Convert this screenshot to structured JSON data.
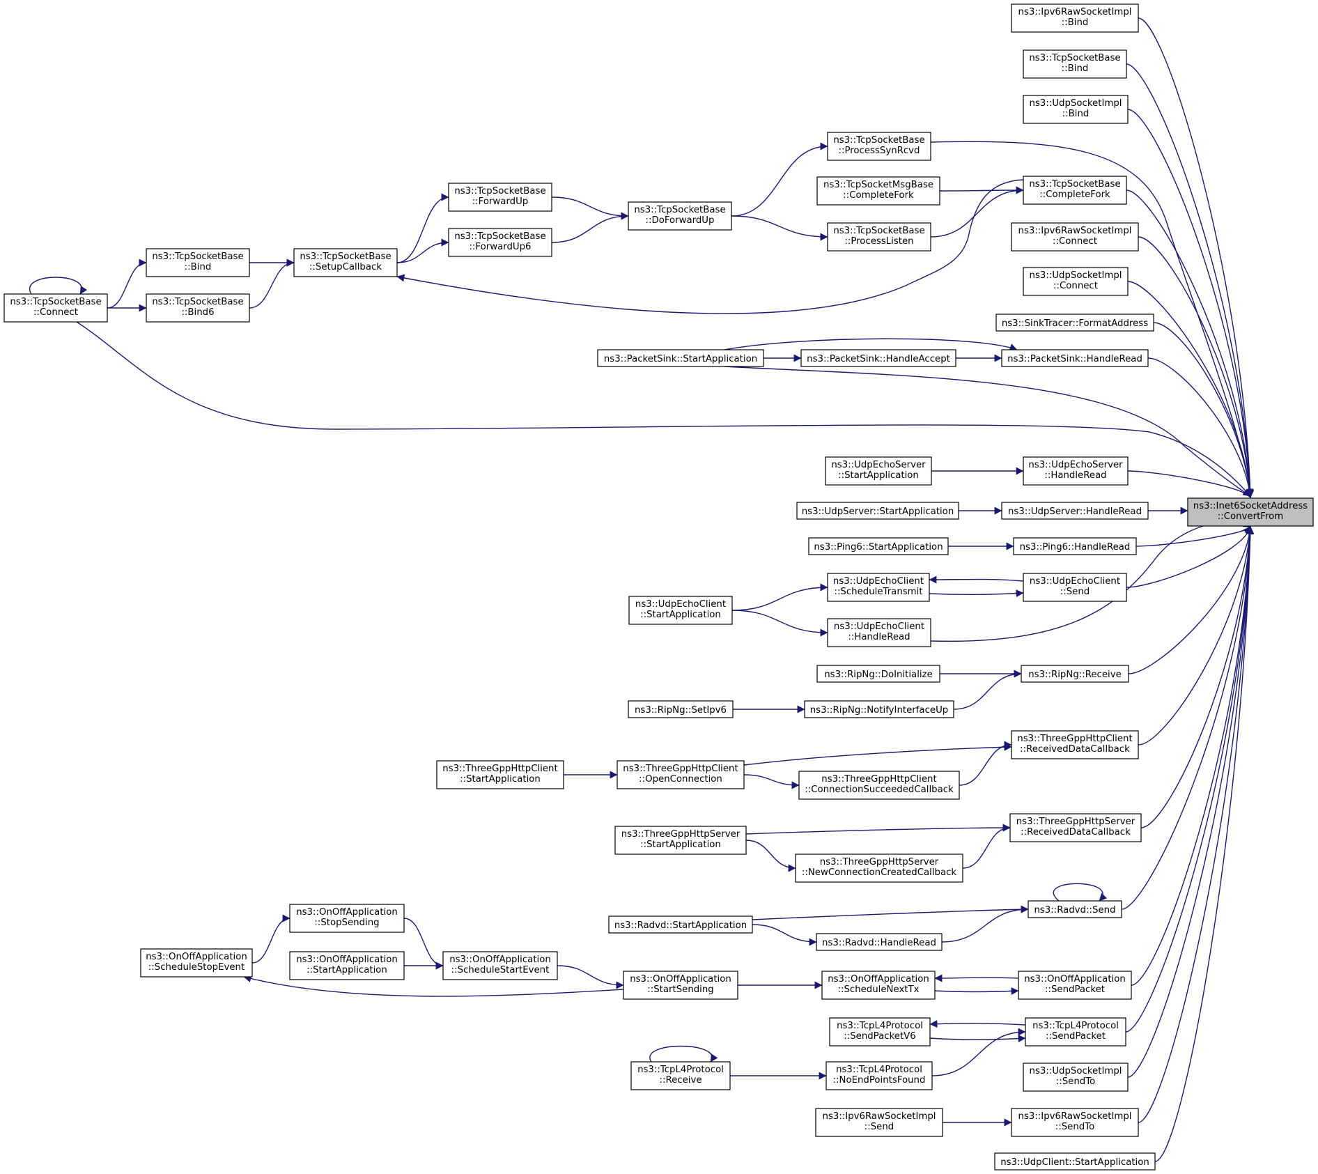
{
  "diagram": {
    "type": "doxygen-caller-graph",
    "colors": {
      "edge": "#191970",
      "node_border": "#000000",
      "focus_fill": "#bfbfbf",
      "background": "#ffffff"
    },
    "nodes": [
      {
        "id": "convertfrom",
        "lines": [
          "ns3::Inet6SocketAddress",
          "::ConvertFrom"
        ],
        "focus": true
      },
      {
        "id": "ipv6raw_bind",
        "lines": [
          "ns3::Ipv6RawSocketImpl",
          "::Bind"
        ]
      },
      {
        "id": "tcp_bind_r",
        "lines": [
          "ns3::TcpSocketBase",
          "::Bind"
        ]
      },
      {
        "id": "udp_bind",
        "lines": [
          "ns3::UdpSocketImpl",
          "::Bind"
        ]
      },
      {
        "id": "tcp_completefork",
        "lines": [
          "ns3::TcpSocketBase",
          "::CompleteFork"
        ]
      },
      {
        "id": "ipv6raw_connect",
        "lines": [
          "ns3::Ipv6RawSocketImpl",
          "::Connect"
        ]
      },
      {
        "id": "udp_connect",
        "lines": [
          "ns3::UdpSocketImpl",
          "::Connect"
        ]
      },
      {
        "id": "sink_format",
        "lines": [
          "ns3::SinkTracer::FormatAddress"
        ]
      },
      {
        "id": "ps_handleread",
        "lines": [
          "ns3::PacketSink::HandleRead"
        ]
      },
      {
        "id": "ues_handleread",
        "lines": [
          "ns3::UdpEchoServer",
          "::HandleRead"
        ]
      },
      {
        "id": "us_handleread",
        "lines": [
          "ns3::UdpServer::HandleRead"
        ]
      },
      {
        "id": "ping6_handleread",
        "lines": [
          "ns3::Ping6::HandleRead"
        ]
      },
      {
        "id": "uec_send",
        "lines": [
          "ns3::UdpEchoClient",
          "::Send"
        ]
      },
      {
        "id": "ripng_receive",
        "lines": [
          "ns3::RipNg::Receive"
        ]
      },
      {
        "id": "tgc_rdc",
        "lines": [
          "ns3::ThreeGppHttpClient",
          "::ReceivedDataCallback"
        ]
      },
      {
        "id": "tgs_rdc",
        "lines": [
          "ns3::ThreeGppHttpServer",
          "::ReceivedDataCallback"
        ]
      },
      {
        "id": "radvd_send",
        "lines": [
          "ns3::Radvd::Send"
        ]
      },
      {
        "id": "ooa_sendpacket",
        "lines": [
          "ns3::OnOffApplication",
          "::SendPacket"
        ]
      },
      {
        "id": "tcpl4_sendpacket",
        "lines": [
          "ns3::TcpL4Protocol",
          "::SendPacket"
        ]
      },
      {
        "id": "udp_sendto",
        "lines": [
          "ns3::UdpSocketImpl",
          "::SendTo"
        ]
      },
      {
        "id": "ipv6raw_sendto",
        "lines": [
          "ns3::Ipv6RawSocketImpl",
          "::SendTo"
        ]
      },
      {
        "id": "uc_start",
        "lines": [
          "ns3::UdpClient::StartApplication"
        ]
      },
      {
        "id": "tcp_processsynrcvd",
        "lines": [
          "ns3::TcpSocketBase",
          "::ProcessSynRcvd"
        ]
      },
      {
        "id": "msg_completefork",
        "lines": [
          "ns3::TcpSocketMsgBase",
          "::CompleteFork"
        ]
      },
      {
        "id": "tcp_processlisten",
        "lines": [
          "ns3::TcpSocketBase",
          "::ProcessListen"
        ]
      },
      {
        "id": "ps_handleaccept",
        "lines": [
          "ns3::PacketSink::HandleAccept"
        ]
      },
      {
        "id": "ues_start",
        "lines": [
          "ns3::UdpEchoServer",
          "::StartApplication"
        ]
      },
      {
        "id": "us_start",
        "lines": [
          "ns3::UdpServer::StartApplication"
        ]
      },
      {
        "id": "ping6_start",
        "lines": [
          "ns3::Ping6::StartApplication"
        ]
      },
      {
        "id": "uec_schedule",
        "lines": [
          "ns3::UdpEchoClient",
          "::ScheduleTransmit"
        ]
      },
      {
        "id": "uec_handleread",
        "lines": [
          "ns3::UdpEchoClient",
          "::HandleRead"
        ]
      },
      {
        "id": "ripng_doinit",
        "lines": [
          "ns3::RipNg::DoInitialize"
        ]
      },
      {
        "id": "ripng_notify",
        "lines": [
          "ns3::RipNg::NotifyInterfaceUp"
        ]
      },
      {
        "id": "tgc_csc",
        "lines": [
          "ns3::ThreeGppHttpClient",
          "::ConnectionSucceededCallback"
        ]
      },
      {
        "id": "tgs_nccc",
        "lines": [
          "ns3::ThreeGppHttpServer",
          "::NewConnectionCreatedCallback"
        ]
      },
      {
        "id": "radvd_handleread",
        "lines": [
          "ns3::Radvd::HandleRead"
        ]
      },
      {
        "id": "ooa_nexttx",
        "lines": [
          "ns3::OnOffApplication",
          "::ScheduleNextTx"
        ]
      },
      {
        "id": "tcpl4_sendv6",
        "lines": [
          "ns3::TcpL4Protocol",
          "::SendPacketV6"
        ]
      },
      {
        "id": "tcpl4_noend",
        "lines": [
          "ns3::TcpL4Protocol",
          "::NoEndPointsFound"
        ]
      },
      {
        "id": "ipv6raw_send",
        "lines": [
          "ns3::Ipv6RawSocketImpl",
          "::Send"
        ]
      },
      {
        "id": "tcp_doforwardup",
        "lines": [
          "ns3::TcpSocketBase",
          "::DoForwardUp"
        ]
      },
      {
        "id": "ps_start",
        "lines": [
          "ns3::PacketSink::StartApplication"
        ]
      },
      {
        "id": "uec_start",
        "lines": [
          "ns3::UdpEchoClient",
          "::StartApplication"
        ]
      },
      {
        "id": "ripng_setipv6",
        "lines": [
          "ns3::RipNg::SetIpv6"
        ]
      },
      {
        "id": "tgc_open",
        "lines": [
          "ns3::ThreeGppHttpClient",
          "::OpenConnection"
        ]
      },
      {
        "id": "tgs_start",
        "lines": [
          "ns3::ThreeGppHttpServer",
          "::StartApplication"
        ]
      },
      {
        "id": "radvd_start",
        "lines": [
          "ns3::Radvd::StartApplication"
        ]
      },
      {
        "id": "ooa_startsending",
        "lines": [
          "ns3::OnOffApplication",
          "::StartSending"
        ]
      },
      {
        "id": "tcpl4_receive",
        "lines": [
          "ns3::TcpL4Protocol",
          "::Receive"
        ]
      },
      {
        "id": "tcp_forwardup",
        "lines": [
          "ns3::TcpSocketBase",
          "::ForwardUp"
        ]
      },
      {
        "id": "tcp_forwardup6",
        "lines": [
          "ns3::TcpSocketBase",
          "::ForwardUp6"
        ]
      },
      {
        "id": "tgc_start",
        "lines": [
          "ns3::ThreeGppHttpClient",
          "::StartApplication"
        ]
      },
      {
        "id": "ooa_stopsending",
        "lines": [
          "ns3::OnOffApplication",
          "::StopSending"
        ]
      },
      {
        "id": "ooa_start",
        "lines": [
          "ns3::OnOffApplication",
          "::StartApplication"
        ]
      },
      {
        "id": "ooa_schedstart",
        "lines": [
          "ns3::OnOffApplication",
          "::ScheduleStartEvent"
        ]
      },
      {
        "id": "tcp_setupcallback",
        "lines": [
          "ns3::TcpSocketBase",
          "::SetupCallback"
        ]
      },
      {
        "id": "tcp_bind_l",
        "lines": [
          "ns3::TcpSocketBase",
          "::Bind"
        ]
      },
      {
        "id": "tcp_bind6",
        "lines": [
          "ns3::TcpSocketBase",
          "::Bind6"
        ]
      },
      {
        "id": "ooa_schedstop",
        "lines": [
          "ns3::OnOffApplication",
          "::ScheduleStopEvent"
        ]
      },
      {
        "id": "tcp_connect",
        "lines": [
          "ns3::TcpSocketBase",
          "::Connect"
        ]
      }
    ]
  }
}
